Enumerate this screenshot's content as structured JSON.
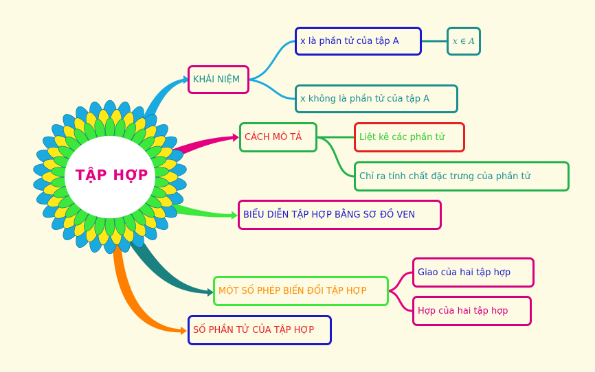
{
  "center": {
    "label": "TẬP HỢP",
    "color": "#e4007f"
  },
  "nodes": {
    "khai_niem": {
      "label": "KHÁI NIỆM",
      "text_color": "#1a8e8e",
      "border_color": "#d6007f"
    },
    "phan_tu_cua": {
      "label": "x là phần tử của tập A",
      "text_color": "#1a1acc",
      "border_color": "#1a1acc"
    },
    "ky_hieu": {
      "label": "x ∈ A",
      "text_color": "#1a8e8e",
      "border_color": "#1a8e8e"
    },
    "khong_phan_tu": {
      "label": "x không là phần tử của tập A",
      "text_color": "#1a8e8e",
      "border_color": "#1a8e8e"
    },
    "cach_mo_ta": {
      "label": "CÁCH MÔ TẢ",
      "text_color": "#e52020",
      "border_color": "#22b14c"
    },
    "liet_ke": {
      "label": "Liệt kê các phần tử",
      "text_color": "#2ec82e",
      "border_color": "#e52020"
    },
    "tinh_chat": {
      "label": "Chỉ ra tính chất đặc trưng của phần tử",
      "text_color": "#1a8e8e",
      "border_color": "#22b14c"
    },
    "so_do_ven": {
      "label": "BIỂU DIỄN TẬP HỢP BẰNG SƠ ĐỒ VEN",
      "text_color": "#1a1acc",
      "border_color": "#d6007f"
    },
    "phep_bien_doi": {
      "label": "MỘT SỐ PHÉP BIẾN ĐỔI TẬP HỢP",
      "text_color": "#ff8c00",
      "border_color": "#3ce83c"
    },
    "giao": {
      "label": "Giao của hai tập hợp",
      "text_color": "#1a1acc",
      "border_color": "#d6007f"
    },
    "hop": {
      "label": "Hợp của hai tập hợp",
      "text_color": "#d6007f",
      "border_color": "#d6007f"
    },
    "so_phan_tu": {
      "label": "SỐ PHẦN TỬ CỦA TẬP HỢP",
      "text_color": "#e52020",
      "border_color": "#1a1acc"
    }
  },
  "flower_colors": {
    "outer": "#1aaae0",
    "middle": "#ffe817",
    "inner": "#3ce83c",
    "center_fill": "#ffffff"
  },
  "branch_colors": {
    "khai_niem": "#1aaae0",
    "cach_mo_ta": "#e4007f",
    "so_do_ven": "#3ce83c",
    "phep_bien_doi": "#1a8080",
    "so_phan_tu": "#ff8000",
    "sub_khai_niem": "#1aaae0",
    "sub_ky_hieu": "#1a8e8e",
    "sub_cach_mo_ta": "#22b14c",
    "sub_phep_bien_doi": "#e4007f"
  }
}
